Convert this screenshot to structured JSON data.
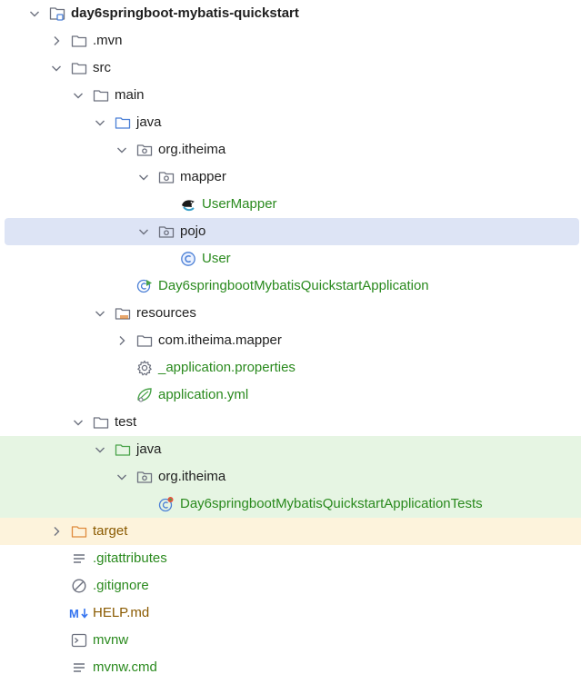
{
  "colors": {
    "selected_row": "#dde4f5",
    "test_bg": "#e6f5e3",
    "excluded_bg": "#fdf3dc",
    "text_default": "#1f1f1f",
    "text_green": "#2a8a1e",
    "text_brown": "#8a5a00",
    "folder_blue": "#4a7fd6",
    "folder_green": "#4aa34a",
    "folder_orange": "#e08a3c"
  },
  "tree": [
    {
      "label": "day6springboot-mybatis-quickstart",
      "icon": "module-folder-icon",
      "expanded": true,
      "tone": "default"
    },
    {
      "label": ".mvn",
      "icon": "folder-icon",
      "expanded": false,
      "tone": "default"
    },
    {
      "label": "src",
      "icon": "folder-icon",
      "expanded": true,
      "tone": "default"
    },
    {
      "label": "main",
      "icon": "folder-icon",
      "expanded": true,
      "tone": "default"
    },
    {
      "label": "java",
      "icon": "source-root-folder-icon",
      "expanded": true,
      "tone": "default"
    },
    {
      "label": "org.itheima",
      "icon": "package-icon",
      "expanded": true,
      "tone": "default"
    },
    {
      "label": "mapper",
      "icon": "package-icon",
      "expanded": true,
      "tone": "default"
    },
    {
      "label": "UserMapper",
      "icon": "mybatis-mapper-icon",
      "tone": "green"
    },
    {
      "label": "pojo",
      "icon": "package-icon",
      "expanded": true,
      "tone": "default",
      "selected": true
    },
    {
      "label": "User",
      "icon": "class-icon",
      "tone": "green"
    },
    {
      "label": "Day6springbootMybatisQuickstartApplication",
      "icon": "spring-boot-run-icon",
      "tone": "green"
    },
    {
      "label": "resources",
      "icon": "resources-folder-icon",
      "expanded": true,
      "tone": "default"
    },
    {
      "label": "com.itheima.mapper",
      "icon": "folder-icon",
      "expanded": false,
      "tone": "default"
    },
    {
      "label": "_application.properties",
      "icon": "gear-icon",
      "tone": "green"
    },
    {
      "label": "application.yml",
      "icon": "spring-config-icon",
      "tone": "green"
    },
    {
      "label": "test",
      "icon": "folder-icon",
      "expanded": true,
      "tone": "default"
    },
    {
      "label": "java",
      "icon": "test-source-folder-icon",
      "expanded": true,
      "tone": "default"
    },
    {
      "label": "org.itheima",
      "icon": "package-icon",
      "expanded": true,
      "tone": "default"
    },
    {
      "label": "Day6springbootMybatisQuickstartApplicationTests",
      "icon": "spring-test-icon",
      "tone": "green"
    },
    {
      "label": "target",
      "icon": "excluded-folder-icon",
      "expanded": false,
      "tone": "brown"
    },
    {
      "label": ".gitattributes",
      "icon": "text-file-icon",
      "tone": "green"
    },
    {
      "label": ".gitignore",
      "icon": "ignore-file-icon",
      "tone": "green"
    },
    {
      "label": "HELP.md",
      "icon": "markdown-icon",
      "tone": "brown"
    },
    {
      "label": "mvnw",
      "icon": "terminal-icon",
      "tone": "green"
    },
    {
      "label": "mvnw.cmd",
      "icon": "text-file-icon",
      "tone": "green"
    }
  ]
}
